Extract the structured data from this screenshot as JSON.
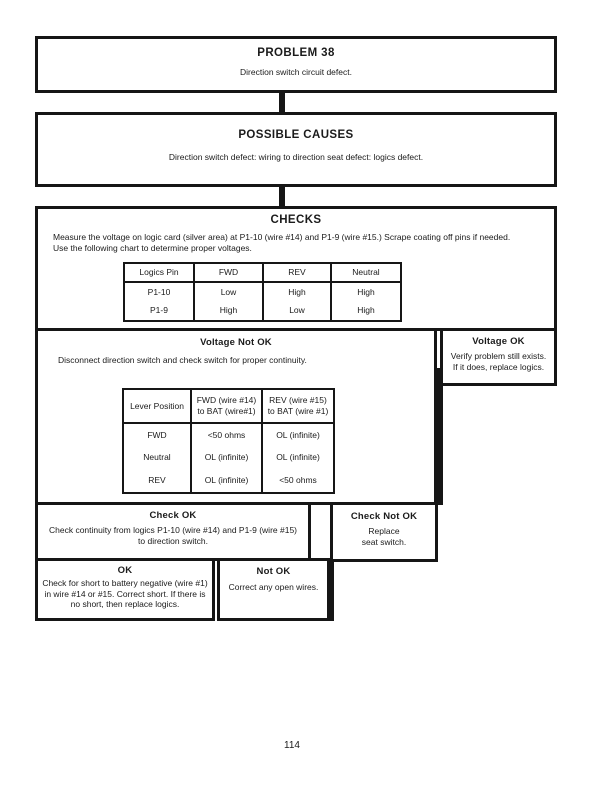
{
  "problem": {
    "title": "PROBLEM 38",
    "description": "Direction switch circuit defect."
  },
  "possible_causes": {
    "title": "POSSIBLE CAUSES",
    "description": "Direction switch defect: wiring to direction seat defect: logics defect."
  },
  "checks": {
    "title": "CHECKS",
    "instruction_line1": "Measure the voltage on logic card (silver area) at P1-10 (wire #14) and P1-9 (wire #15.) Scrape coating off pins if needed.",
    "instruction_line2": "Use the following chart to determine proper voltages.",
    "voltage_table": {
      "headers": [
        "Logics Pin",
        "FWD",
        "REV",
        "Neutral"
      ],
      "rows": [
        [
          "P1-10",
          "Low",
          "High",
          "High"
        ],
        [
          "P1-9",
          "High",
          "Low",
          "High"
        ]
      ]
    }
  },
  "voltage_not_ok": {
    "title": "Voltage Not OK",
    "description": "Disconnect direction switch and check switch for proper continuity.",
    "continuity_table": {
      "headers": {
        "col1": "Lever Position",
        "col2_line1": "FWD (wire #14)",
        "col2_line2": "to BAT (wire#1)",
        "col3_line1": "REV (wire #15)",
        "col3_line2": "to BAT (wire #1)"
      },
      "rows": [
        [
          "FWD",
          "<50 ohms",
          "OL (infinite)"
        ],
        [
          "Neutral",
          "OL (infinite)",
          "OL (infinite)"
        ],
        [
          "REV",
          "OL (infinite)",
          "<50 ohms"
        ]
      ]
    }
  },
  "voltage_ok": {
    "title": "Voltage OK",
    "line1": "Verify problem still exists.",
    "line2": "If it does, replace logics."
  },
  "check_ok": {
    "title": "Check OK",
    "line1": "Check continuity from logics P1-10 (wire #14) and P1-9 (wire #15)",
    "line2": "to direction switch."
  },
  "check_not_ok": {
    "title": "Check Not OK",
    "line1": "Replace",
    "line2": "seat switch."
  },
  "ok": {
    "title": "OK",
    "line1": "Check for short to battery negative (wire #1)",
    "line2": "in wire #14 or #15. Correct short. If there is",
    "line3": "no short, then replace logics."
  },
  "not_ok": {
    "title": "Not OK",
    "description": "Correct any open wires."
  },
  "page": {
    "number": "114"
  }
}
